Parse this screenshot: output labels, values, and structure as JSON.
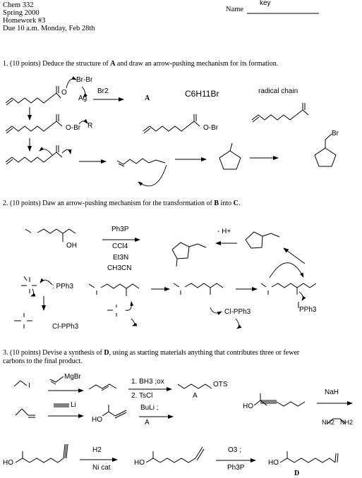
{
  "header": {
    "course": "Chem 332",
    "term": "Spring 2000",
    "assignment": "Homework #3",
    "due": "Due 10 a.m. Monday, Feb 28th",
    "name_label": "Name",
    "name_value": "key"
  },
  "q1": {
    "prompt_pre": "1. (10 points)  Deduce the structure of ",
    "prompt_bold": "A",
    "prompt_post": " and draw an arrow-pushing mechanism for its formation.",
    "bromine": "Br-Br",
    "oxygen_minus": "O",
    "silver": "Ag",
    "reagent": "Br2",
    "product_label": "A",
    "formula": "C6H11Br",
    "radical_label": "radical chain",
    "radical_r": "R",
    "acyl_obr": "O-Br",
    "bromide": "Br"
  },
  "q2": {
    "prompt_pre": "2.  (10 points) Daw an arrow-pushing mechanism for the transformation of ",
    "prompt_b": "B",
    "prompt_mid": " into ",
    "prompt_c": "C",
    "prompt_end": ".",
    "reagents": [
      "Ph3P",
      "CCl4",
      "Et3N",
      "CH3CN"
    ],
    "minus_h": "- H+",
    "pph3": ": PPh3",
    "cl_pph3": "Cl-PPh3",
    "oh": "OH",
    "pph3_bound": "PPh3"
  },
  "q3": {
    "prompt_line1_pre": "3. (10 points) Devise a synthesis of ",
    "prompt_bold": "D",
    "prompt_line1_post": ", using as starting materials anything that contributes three or fewer",
    "prompt_line2": "carbons to the final product.",
    "iodide": "I",
    "grignard": "MgBr",
    "step1": "1. BH3 ;ox",
    "step2": "2. TsCl",
    "ots": "OTS",
    "a_label": "A",
    "lithium": "Li",
    "buli": "BuLi ;",
    "buli_a": "A",
    "nah": "NaH",
    "nh2": "NH2",
    "h2": "H2",
    "ni_cat": "Ni cat",
    "o3": "O3 ;",
    "ph3p": "Ph3P",
    "ho": "HO",
    "d_label": "D"
  }
}
